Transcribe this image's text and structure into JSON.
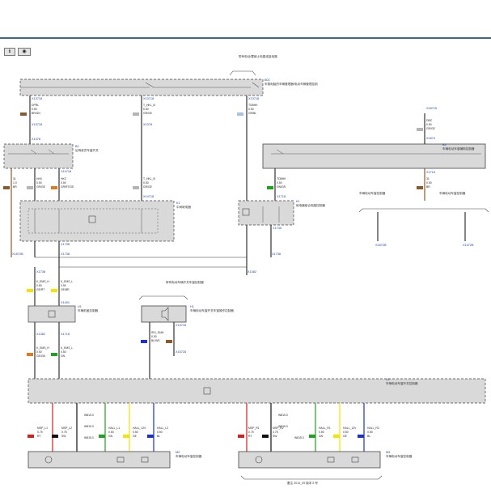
{
  "toolbar": {
    "btn1_icon": "info-icon",
    "btn2_icon": "view-icon"
  },
  "labels": {
    "top_note": "带有电动/霍维士电路连接电路",
    "top_module": "车载电脑的车辆管理器/电动车辆管理控制",
    "switch_module": "后驾驶员车窗开关",
    "left_relay": "中间继电器",
    "right_module": "车辆电动车窗辅助控制器",
    "mid_relay": "继电器组合电路控制器",
    "mid_note": "带有电动车辆开关车窗控制器",
    "left_small": "车辆前盖控制器",
    "horn": "车辆电动车窗开关车窗操作控制器",
    "bottom_left_note": "车辆电动车窗控制器",
    "bottom_right_note": "车辆电动车窗控制器",
    "main_module": "车辆电动车窗开关控制器",
    "footer": "备注 2014_09 版本 5 号"
  },
  "ids": {
    "b1": "B01",
    "b2": "B2",
    "b3": "B3",
    "k1": "K1",
    "u1": "U1",
    "u2": "U2",
    "h1": "H1",
    "m1": "M1",
    "m2": "M2",
    "m3": "M3",
    "x1": "K1",
    "c1": "X13718",
    "c2": "X13718",
    "c3": "X13718",
    "c4": "X13718",
    "c5": "X1378",
    "c6": "X1378",
    "c7": "X14718",
    "c8": "X14718",
    "c9": "X1738",
    "c10": "X1738",
    "c11": "X1738",
    "c12": "X1738",
    "c13": "X1382",
    "c14": "X18715",
    "c15": "X1874",
    "c16": "X1718",
    "c17": "X1715",
    "c18": "X1735",
    "c19": "X1401",
    "c20": "X1382",
    "c21": "X1718",
    "c22": "X14716",
    "c23": "X15725",
    "c24": "X15725",
    "c25": "X13725",
    "gnd1": "X1872B",
    "gnd2": "X1872B",
    "gnd3": "X1372B"
  },
  "wires": {
    "w1": "DPRL",
    "w1s": "0.50",
    "w1c": "BR/GN",
    "w2": "T_HKL_B",
    "w2s": "0.50",
    "w2c": "GR/GE",
    "w3": "TDBHK",
    "w3s": "0.50",
    "w3c": "GR/BL",
    "w4": "DBC",
    "w4s": "0.50",
    "w4c": "GR/GE",
    "w5": "31",
    "w5s": "1.0",
    "w5c": "BR",
    "w6": "HKK",
    "w6s": "0.50",
    "w6c": "GR/GE",
    "w7": "HKC",
    "w7s": "0.50",
    "w7c": "GR/RT/GE",
    "w8": "T_HKL_B",
    "w8s": "0.50",
    "w8c": "GR/GE",
    "w9": "TDBHK",
    "w9s": "0.50",
    "w9c": "GN/GR",
    "w10": "31",
    "w10s": "0.50",
    "w10c": "BR",
    "w11": "K_EMS_H",
    "w11s": "0.50",
    "w11c": "GE/RT",
    "w12": "K_EMS_L",
    "w12s": "0.50",
    "w12c": "GE/BR",
    "w13": "K_EMS_H",
    "w13s": "0.50",
    "w13c": "GE/GN",
    "w14": "K_EMS_L",
    "w14s": "0.50",
    "w14c": "GN",
    "w15": "SIG_SUM",
    "w15s": "0.50",
    "w15c": "BL/WS",
    "w16": "MSP_L1",
    "w16s": "0.75",
    "w16c": "RT",
    "w17": "MSP_L2",
    "w17s": "0.75",
    "w17c": "SW",
    "w18": "HALL_L1",
    "w18s": "0.50",
    "w18c": "GN",
    "w19": "HALL_12V",
    "w19s": "0.50",
    "w19c": "GE",
    "w20": "HALL_L2",
    "w20s": "0.50",
    "w20c": "BL",
    "w21": "MSP_R1",
    "w21s": "0.75",
    "w21c": "RT",
    "w22": "MSP_R2",
    "w22s": "0.75",
    "w22c": "SW",
    "w23": "HALL_R1",
    "w23s": "0.50",
    "w23c": "GN",
    "w24": "HALL_12V",
    "w24s": "0.50",
    "w24c": "GE",
    "w25": "HALL_R2",
    "w25s": "0.50",
    "w25c": "BL",
    "ws1": "W815.3",
    "ws2": "W815.3",
    "ws3": "W815.3",
    "ws4": "W815.3",
    "ws5": "W815.3",
    "ws6": "W815.3"
  },
  "colors": {
    "brown": "#8b5a2b",
    "yellow": "#f5e400",
    "green": "#1fa31f",
    "red": "#d81e1e",
    "black": "#111111",
    "blue": "#1c2fd6",
    "grey": "#b5b5b5",
    "lightblue": "#a6c3e8",
    "orange": "#e07a20",
    "box": "#d9d9d9"
  }
}
